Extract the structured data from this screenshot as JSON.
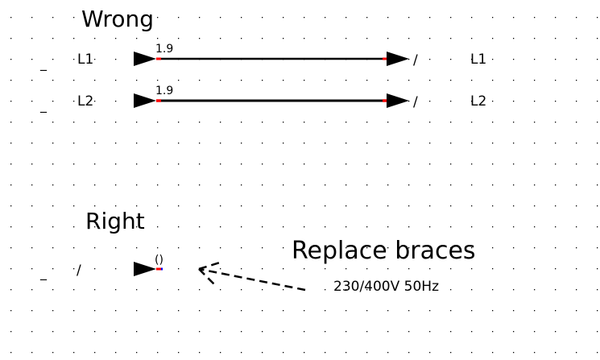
{
  "wrong_section": {
    "title": "Wrong",
    "rows": [
      {
        "prefix": "_",
        "left_label": "L1",
        "value": "1.9",
        "right_mark": "/",
        "right_label": "L1"
      },
      {
        "prefix": "_",
        "left_label": "L2",
        "value": "1.9",
        "right_mark": "/",
        "right_label": "L2"
      }
    ]
  },
  "right_section": {
    "title": "Right",
    "prefix": "_",
    "left_mark": "/",
    "value": "()"
  },
  "annotation": {
    "title": "Replace braces",
    "subtitle": "230/400V 50Hz"
  },
  "colors": {
    "wire": "#000000",
    "pin": "#ff0000",
    "pin_end": "#0000ff",
    "grid": "#000000"
  }
}
